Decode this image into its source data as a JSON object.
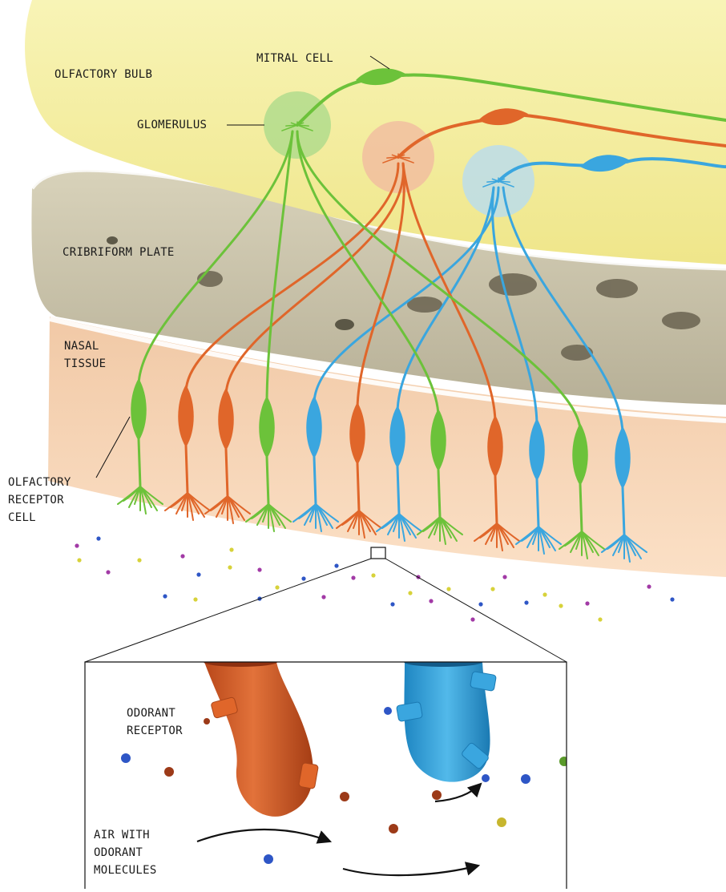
{
  "labels": {
    "olfactory_bulb": "OLFACTORY BULB",
    "mitral_cell": "MITRAL CELL",
    "glomerulus": "GLOMERULUS",
    "cribriform_plate": "CRIBRIFORM PLATE",
    "nasal_tissue_line1": "NASAL",
    "nasal_tissue_line2": "TISSUE",
    "receptor_cell_line1": "OLFACTORY",
    "receptor_cell_line2": "RECEPTOR",
    "receptor_cell_line3": "CELL",
    "odorant_receptor_line1": "ODORANT",
    "odorant_receptor_line2": "RECEPTOR",
    "air_line1": "AIR WITH",
    "air_line2": "ODORANT",
    "air_line3": "MOLECULES"
  },
  "colors": {
    "bulb": "#f5ef9f",
    "bone": "#c9c2a8",
    "tissue": "#f6d2b0",
    "green": "#6cc23a",
    "orange": "#e0662a",
    "blue": "#3aa6df",
    "molecule_purple": "#a23aa6",
    "molecule_yellow": "#d7d23a",
    "molecule_blue": "#2e56c6",
    "molecule_brown": "#9c3a18"
  },
  "receptor_cells": [
    {
      "color": "green"
    },
    {
      "color": "orange"
    },
    {
      "color": "orange"
    },
    {
      "color": "green"
    },
    {
      "color": "blue"
    },
    {
      "color": "orange"
    },
    {
      "color": "blue"
    },
    {
      "color": "green"
    },
    {
      "color": "orange"
    },
    {
      "color": "blue"
    },
    {
      "color": "green"
    },
    {
      "color": "blue"
    }
  ],
  "glomeruli": [
    {
      "color": "green"
    },
    {
      "color": "orange"
    },
    {
      "color": "blue"
    }
  ]
}
